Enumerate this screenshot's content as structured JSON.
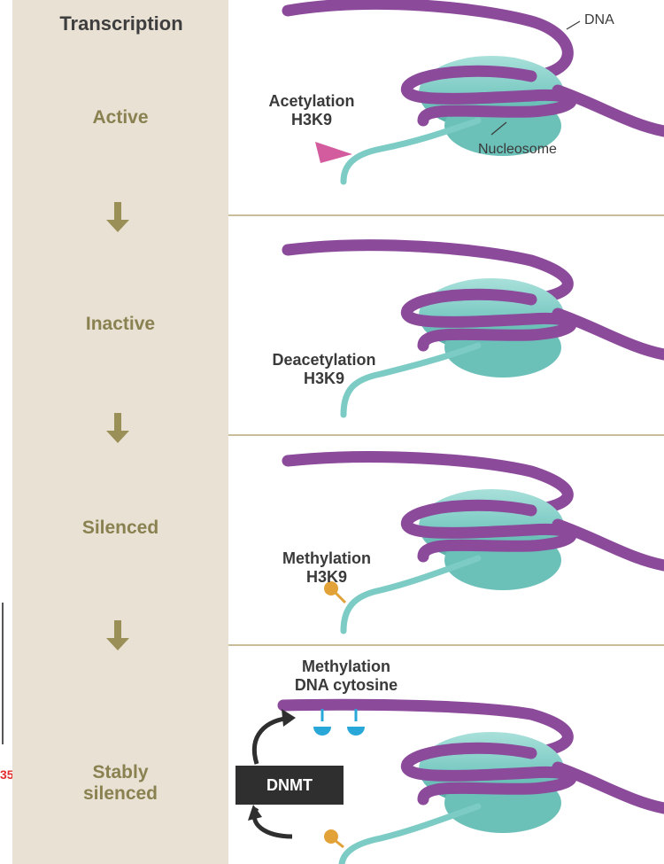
{
  "sidebar": {
    "title": "Transcription",
    "stages": [
      "Active",
      "Inactive",
      "Silenced",
      "Stably\nsilenced"
    ]
  },
  "panels": {
    "dna_label": "DNA",
    "nucleosome_label": "Nucleosome",
    "p1_modification": "Acetylation\nH3K9",
    "p2_modification": "Deacetylation\nH3K9",
    "p3_modification": "Methylation\nH3K9",
    "p4_modification": "Methylation\nDNA cytosine",
    "enzyme": "DNMT"
  },
  "margin_fragment": "35",
  "colors": {
    "dna": "#8b4a9a",
    "nucleosome": "#7ccbc4",
    "sidebar": "#e8e1d4",
    "stage_text": "#8a8151",
    "acetyl_mark": "#d35c9e",
    "methyl_mark": "#e2a238",
    "dna_methyl_mark": "#2aa7d9"
  }
}
